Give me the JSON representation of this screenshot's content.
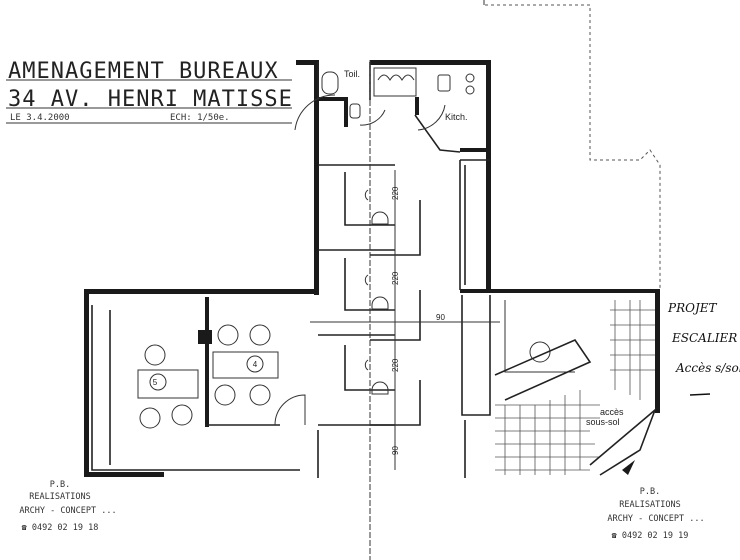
{
  "title_block": {
    "line1": "AMENAGEMENT BUREAUX",
    "line2": "34 AV. HENRI MATISSE",
    "date": "LE 3.4.2000",
    "scale": "ECH: 1/50e."
  },
  "rooms": {
    "toilet": "Toil.",
    "kitchen": "Kitch.",
    "stairs": [
      "accès",
      "sous-sol"
    ],
    "desk_5": "5",
    "desk_4": "4"
  },
  "dimensions": {
    "office_1": "220",
    "office_2": "220",
    "office_3": "220",
    "corridor_width": "90",
    "corridor_bottom": "90"
  },
  "annotation": {
    "lines": [
      "PROJET",
      "ESCALIER",
      "Accès s/sol"
    ]
  },
  "credit_left": {
    "lines": [
      "P.B.",
      "REALISATIONS",
      "ARCHY - CONCEPT ...",
      "☎ 0492 02 19 18"
    ]
  },
  "credit_right": {
    "lines": [
      "P.B.",
      "REALISATIONS",
      "ARCHY - CONCEPT ...",
      "☎ 0492 02 19 19"
    ]
  }
}
